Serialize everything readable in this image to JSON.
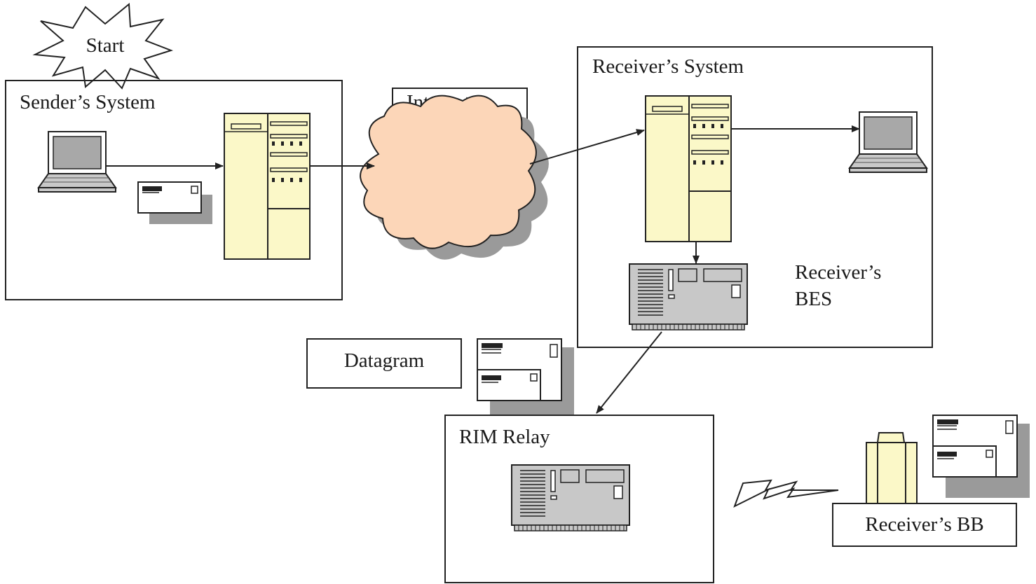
{
  "labels": {
    "start": "Start",
    "sender_system": "Sender’s System",
    "internet": "Internet",
    "receiver_system": "Receiver’s System",
    "receiver_bes_line1": "Receiver’s",
    "receiver_bes_line2": "BES",
    "datagram": "Datagram",
    "rim_relay": "RIM Relay",
    "receiver_bb": "Receiver’s BB"
  },
  "colors": {
    "server_fill": "#fbf8c8",
    "cloud_fill": "#fcd6b8",
    "shadow": "#9a9a9a",
    "device_fill": "#c8c8c8",
    "line": "#222222"
  }
}
